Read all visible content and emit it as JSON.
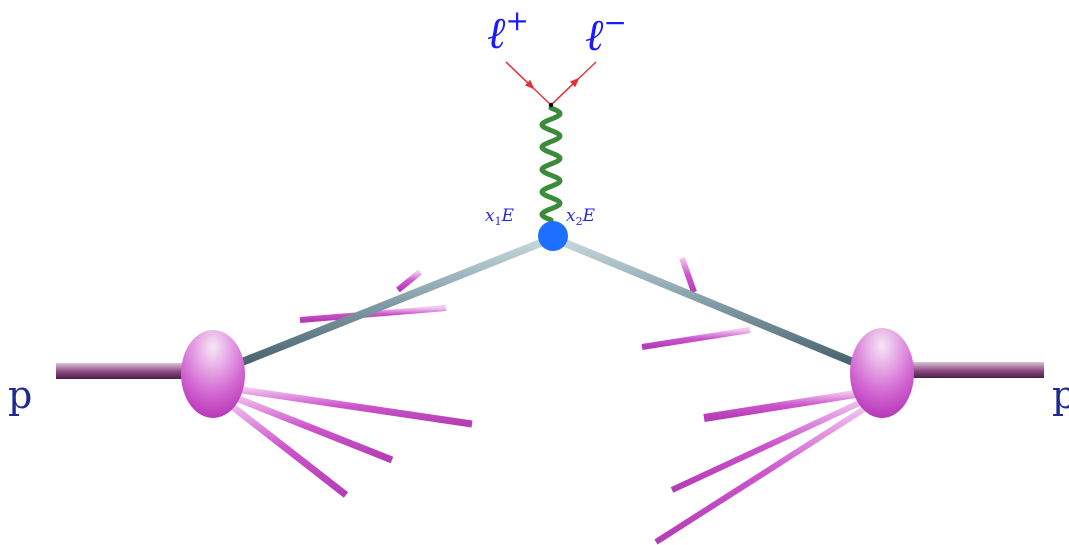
{
  "leptons": {
    "plus": {
      "symbol": "ℓ",
      "charge": "+"
    },
    "minus": {
      "symbol": "ℓ",
      "charge": "−"
    }
  },
  "momentum_fractions": {
    "left": {
      "var": "x",
      "index": "1",
      "energy": "E"
    },
    "right": {
      "var": "x",
      "index": "2",
      "energy": "E"
    }
  },
  "hadron_labels": {
    "left": "p",
    "right": "p"
  },
  "colors": {
    "lepton_text": "#1a1aff",
    "lepton_line": "#e0323a",
    "boson": "#3a8c3a",
    "vertex": "#1f6fff",
    "vertex_label": "#2b2bd6",
    "parton_line": "#8aa3ad",
    "hadron": "#c43ec4",
    "remnant": "#cc55cc",
    "beam": "#8a4a82",
    "hadron_label": "#1d2b8f"
  }
}
